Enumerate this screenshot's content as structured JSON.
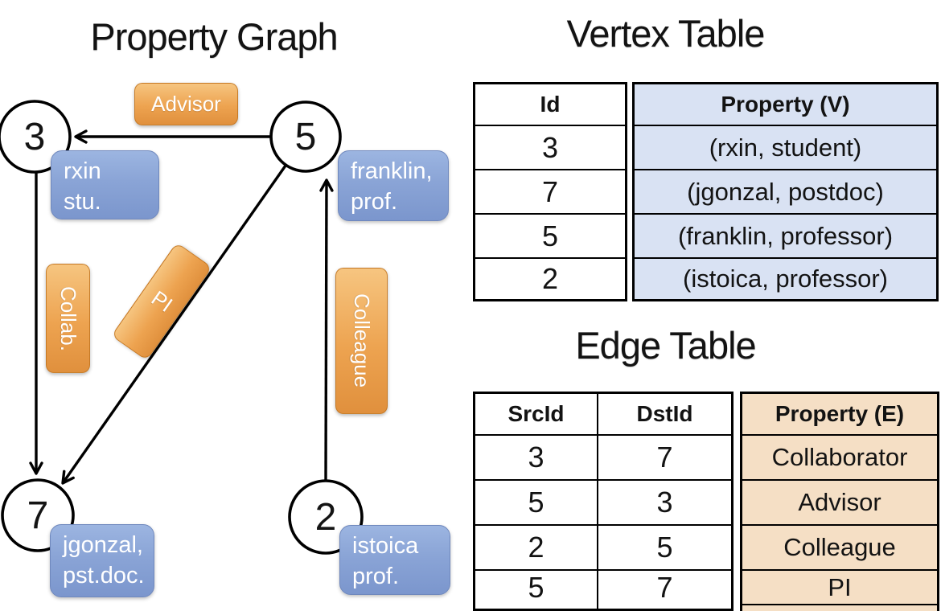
{
  "graph": {
    "title": "Property Graph",
    "nodes": {
      "n3": "3",
      "n5": "5",
      "n7": "7",
      "n2": "2"
    },
    "vertex_labels": {
      "v3": {
        "line1": "rxin",
        "line2": "stu."
      },
      "v5": {
        "line1": "franklin,",
        "line2": "prof."
      },
      "v7": {
        "line1": "jgonzal,",
        "line2": "pst.doc."
      },
      "v2": {
        "line1": "istoica",
        "line2": "prof."
      }
    },
    "edge_labels": {
      "advisor": "Advisor",
      "collab": "Collab.",
      "pi": "PI",
      "colleague": "Colleague"
    }
  },
  "vertex_table": {
    "title": "Vertex Table",
    "columns": {
      "id": "Id",
      "property": "Property (V)"
    },
    "rows": [
      {
        "id": "3",
        "property": "(rxin, student)"
      },
      {
        "id": "7",
        "property": "(jgonzal, postdoc)"
      },
      {
        "id": "5",
        "property": "(franklin, professor)"
      },
      {
        "id": "2",
        "property": "(istoica, professor)"
      }
    ]
  },
  "edge_table": {
    "title": "Edge Table",
    "columns": {
      "src": "SrcId",
      "dst": "DstId",
      "property": "Property (E)"
    },
    "rows": [
      {
        "src": "3",
        "dst": "7",
        "property": "Collaborator"
      },
      {
        "src": "5",
        "dst": "3",
        "property": "Advisor"
      },
      {
        "src": "2",
        "dst": "5",
        "property": "Colleague"
      },
      {
        "src": "5",
        "dst": "7",
        "property": "PI"
      }
    ]
  },
  "colors": {
    "edge_label_orange": "#eda350",
    "vertex_label_blue": "#8aa4d6",
    "vertex_table_fill": "#d9e2f3",
    "edge_table_fill": "#f5dfc5",
    "line_black": "#000000"
  }
}
